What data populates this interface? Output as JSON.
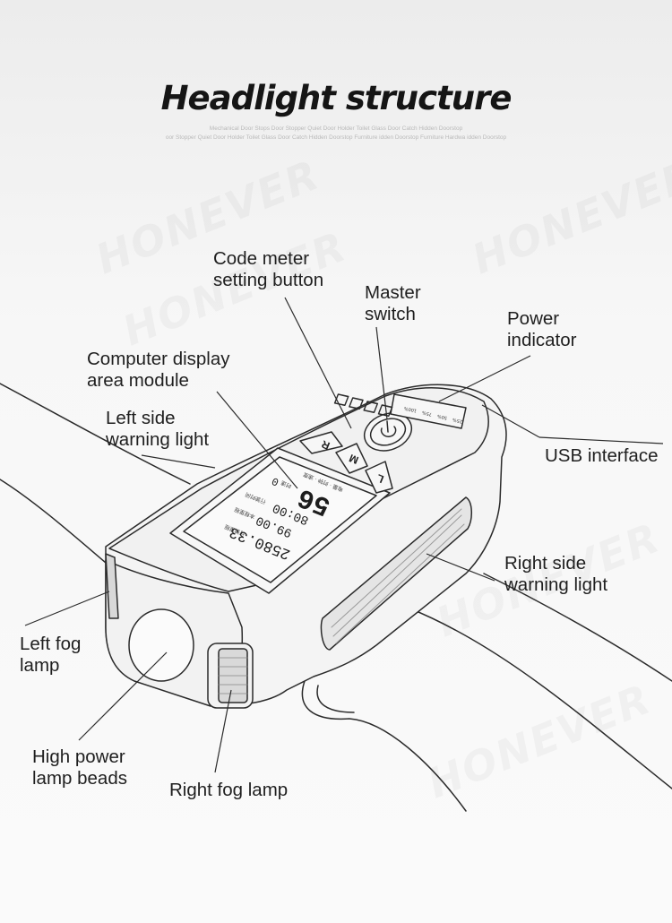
{
  "title": "Headlight structure",
  "subtitle_lines": [
    "Mechanical Door Stops Door Stopper Quiet Door Holder Toilet Glass Door Catch Hidden Doorstop",
    "oor Stopper Quiet Door Holder Toilet Glass Door Catch Hidden Doorstop Furniture idden Doorstop Furniture Hardwa idden Doorstop"
  ],
  "watermark": "HONEVER",
  "labels": {
    "code_meter": [
      "Code meter",
      "setting button"
    ],
    "master_switch": [
      "Master",
      "switch"
    ],
    "power_indicator": [
      "Power",
      "indicator"
    ],
    "computer_display": [
      "Computer display",
      "area module"
    ],
    "left_warning": [
      "Left side",
      "warning light"
    ],
    "usb": [
      "USB interface"
    ],
    "right_warning": [
      "Right side",
      "warning light"
    ],
    "left_fog": [
      "Left fog",
      "lamp"
    ],
    "high_power": [
      "High power",
      "lamp beads"
    ],
    "right_fog": [
      "Right fog lamp"
    ]
  },
  "device": {
    "buttons": {
      "r": "R",
      "m": "M",
      "l": "L"
    },
    "display": {
      "odometer": "2580.33",
      "trip": "99.00",
      "time": "80:00",
      "speed": "56",
      "zero": "0",
      "unit_row1": "行驶里程",
      "unit_row2": "本程里程",
      "unit_row3": "行驶时间",
      "unit_row4": "时速",
      "bottom_row": "电量 · 时钟 · 速度"
    },
    "battery_levels": [
      "100%",
      "75%",
      "50%",
      "25%"
    ]
  }
}
